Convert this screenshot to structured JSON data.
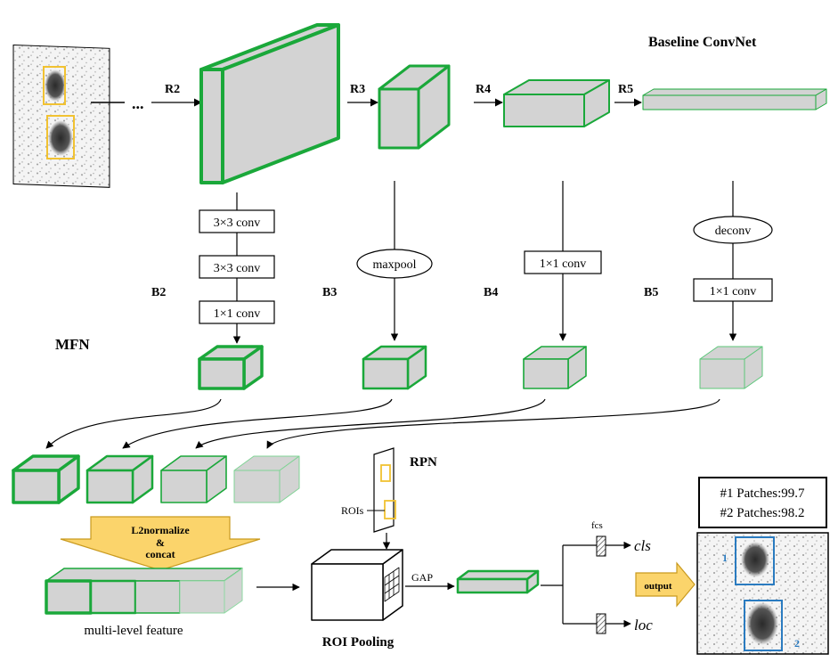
{
  "title": "Baseline ConvNet",
  "mfn_label": "MFN",
  "stages": {
    "r_labels": [
      "R2",
      "R3",
      "R4",
      "R5"
    ],
    "b_labels": [
      "B2",
      "B3",
      "B4",
      "B5"
    ],
    "dots": "..."
  },
  "ops": {
    "conv3_a": "3×3 conv",
    "conv3_b": "3×3 conv",
    "conv1_b2": "1×1 conv",
    "maxpool": "maxpool",
    "conv1_b4": "1×1 conv",
    "deconv": "deconv",
    "conv1_b5": "1×1 conv"
  },
  "fusion": {
    "l2_line1": "L2normalize",
    "l2_line2": "&",
    "l2_line3": "concat",
    "multi_level_label": "multi-level feature"
  },
  "rpn": {
    "label": "RPN",
    "rois_label": "ROIs",
    "roi_pooling_label": "ROI Pooling",
    "gap_label": "GAP"
  },
  "heads": {
    "fcs_label": "fcs",
    "cls_label": "cls",
    "loc_label": "loc",
    "output_label": "output"
  },
  "results": {
    "line1": "#1 Patches:99.7",
    "line2": "#2 Patches:98.2",
    "box1_label": "1",
    "box2_label": "2"
  },
  "colors": {
    "green": "#1aa83a",
    "gray": "#d3d3d3",
    "gold": "#f1c232",
    "blue": "#2a7bc0"
  }
}
